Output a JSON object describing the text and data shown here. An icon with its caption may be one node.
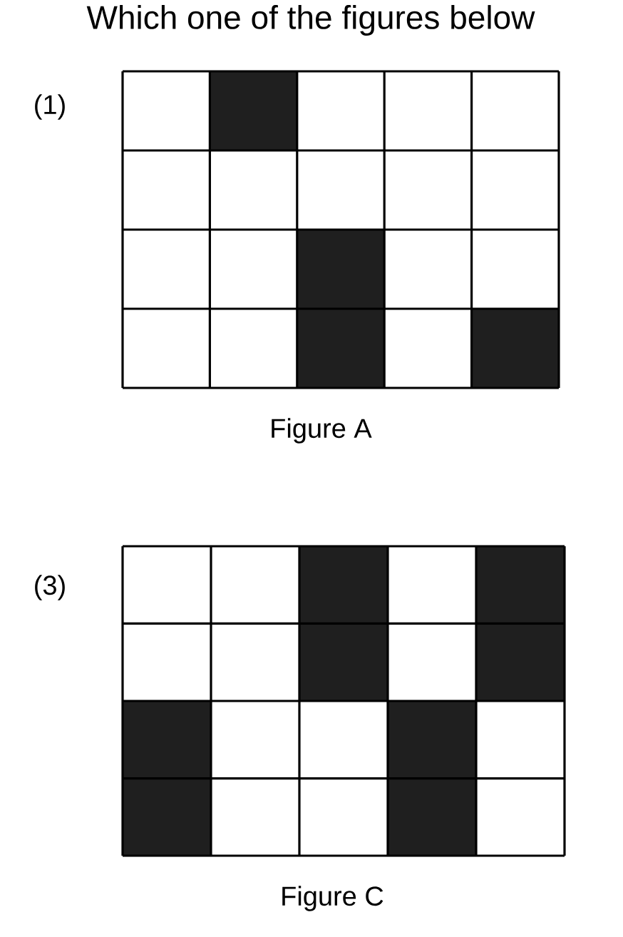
{
  "diagram": {
    "title": "Which one of the figures below",
    "labels": [
      "(1)",
      "Figure A",
      "(3)",
      "Figure C"
    ]
  }
}
